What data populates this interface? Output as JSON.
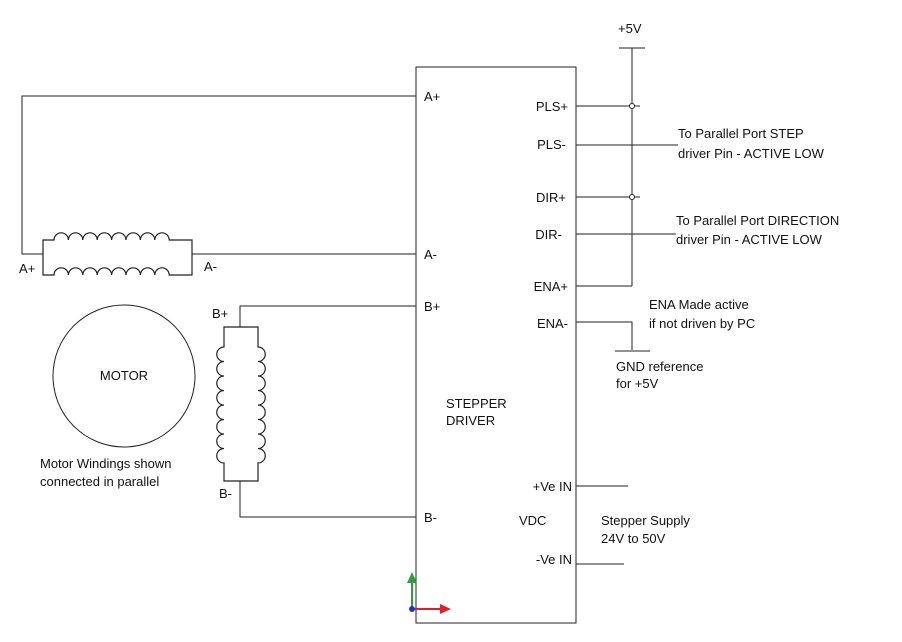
{
  "supply": {
    "label": "+5V"
  },
  "driver": {
    "name_line1": "STEPPER",
    "name_line2": "DRIVER",
    "left_pins": {
      "a_plus": "A+",
      "a_minus": "A-",
      "b_plus": "B+",
      "b_minus": "B-"
    },
    "right_pins": {
      "pls_plus": "PLS+",
      "pls_minus": "PLS-",
      "dir_plus": "DIR+",
      "dir_minus": "DIR-",
      "ena_plus": "ENA+",
      "ena_minus": "ENA-",
      "ve_plus": "+Ve IN",
      "ve_minus": "-Ve IN"
    },
    "vdc_label": "VDC"
  },
  "notes": {
    "step_line1": "To Parallel Port STEP",
    "step_line2": "driver Pin - ACTIVE LOW",
    "dir_line1": "To Parallel Port  DIRECTION",
    "dir_line2": "driver Pin - ACTIVE LOW",
    "ena_line1": "ENA Made active",
    "ena_line2": "if not driven by PC",
    "gnd_line1": "GND reference",
    "gnd_line2": "for +5V",
    "supply_line1": "Stepper Supply",
    "supply_line2": "24V to 50V"
  },
  "motor": {
    "label": "MOTOR",
    "caption_line1": "Motor Windings shown",
    "caption_line2": "connected in parallel"
  },
  "coil_a": {
    "plus_label": "A+",
    "minus_label": "A-"
  },
  "coil_b": {
    "plus_label": "B+",
    "minus_label": "B-"
  }
}
